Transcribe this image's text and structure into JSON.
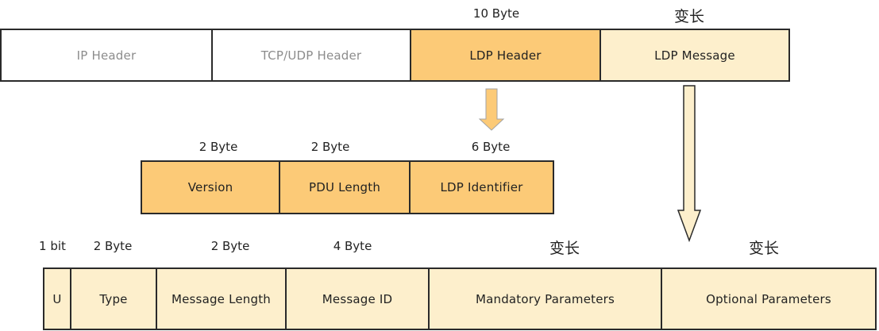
{
  "colors": {
    "white": "#ffffff",
    "dark_orange": "#fcca77",
    "light_orange": "#fdefcc",
    "muted_text": "#8c8c8c",
    "text": "#222222",
    "border": "#2a2a2a"
  },
  "top_row": {
    "cells": [
      "IP Header",
      "TCP/UDP Header",
      "LDP Header",
      "LDP Message"
    ],
    "size_labels": [
      "10 Byte",
      "变长"
    ]
  },
  "ldp_header_row": {
    "cells": [
      "Version",
      "PDU Length",
      "LDP Identifier"
    ],
    "size_labels": [
      "2 Byte",
      "2 Byte",
      "6 Byte"
    ]
  },
  "ldp_message_row": {
    "cells": [
      "U",
      "Type",
      "Message Length",
      "Message ID",
      "Mandatory Parameters",
      "Optional Parameters"
    ],
    "size_labels": [
      "1 bit",
      "2 Byte",
      "2 Byte",
      "4 Byte",
      "变长",
      "变长"
    ]
  },
  "icons": [
    "arrow-down-small-icon",
    "arrow-down-large-icon"
  ]
}
